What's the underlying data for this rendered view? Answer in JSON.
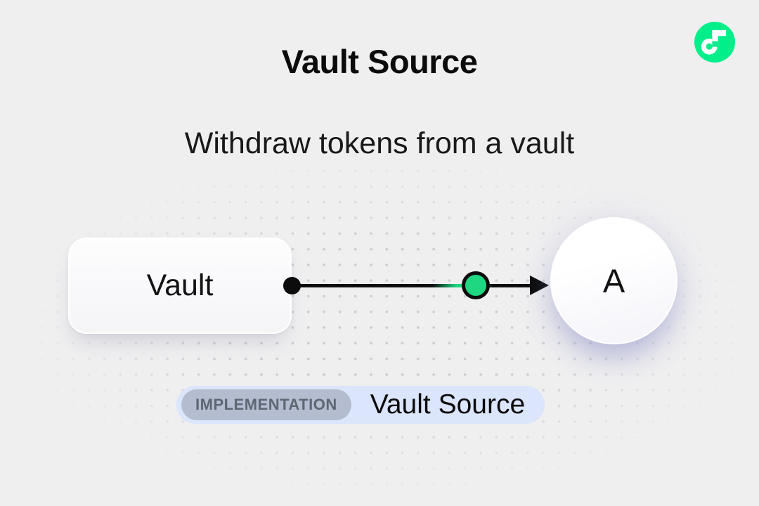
{
  "header": {
    "title": "Vault Source",
    "subtitle": "Withdraw tokens from a vault"
  },
  "logo": {
    "name": "flow-logo",
    "circle_color": "#00EF8B",
    "glyph_color": "#FFFFFF"
  },
  "diagram": {
    "vault_node_label": "Vault",
    "account_node_label": "A",
    "connector_node_color": "#1ED780",
    "connector_color": "#0C0C0D"
  },
  "implementation": {
    "tag": "IMPLEMENTATION",
    "label": "Vault Source",
    "container_bg": "#DBE5FB",
    "tag_bg": "#B4BDCF"
  }
}
